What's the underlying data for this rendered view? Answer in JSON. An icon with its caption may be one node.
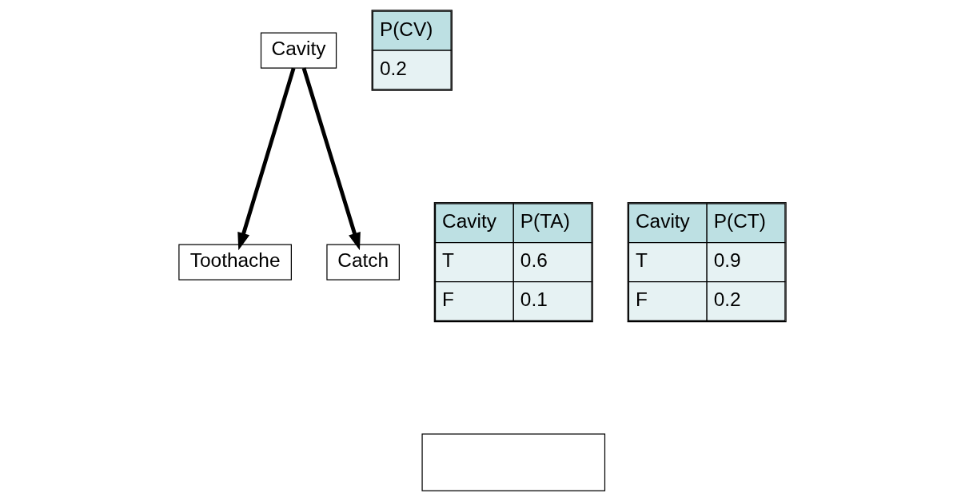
{
  "diagram": {
    "nodes": [
      {
        "text": [
          "Cavity"
        ]
      },
      {
        "text": [
          "P(CV)"
        ]
      },
      {
        "text": [
          "0.2"
        ]
      },
      {
        "text": [
          "Toothache"
        ]
      },
      {
        "text": [
          "Cavity"
        ]
      },
      {
        "text": [
          "P(TA)"
        ]
      },
      {
        "text": [
          "T"
        ]
      },
      {
        "text": [
          "0.6"
        ]
      },
      {
        "text": [
          "F"
        ]
      },
      {
        "text": [
          "0.1"
        ]
      },
      {
        "text": [
          "Catch"
        ]
      },
      {
        "text": [
          "Cavity"
        ]
      },
      {
        "text": [
          "P(CT)"
        ]
      },
      {
        "text": [
          "T"
        ]
      },
      {
        "text": [
          "0.9"
        ]
      },
      {
        "text": [
          "F"
        ]
      },
      {
        "text": [
          "0.2"
        ]
      },
      {
        "text": [],
        "shape": "box"
      }
    ],
    "edges": [
      {
        "from": 0,
        "to": 3,
        "arrow": "to"
      },
      {
        "from": 0,
        "to": 10,
        "arrow": "to"
      }
    ]
  }
}
